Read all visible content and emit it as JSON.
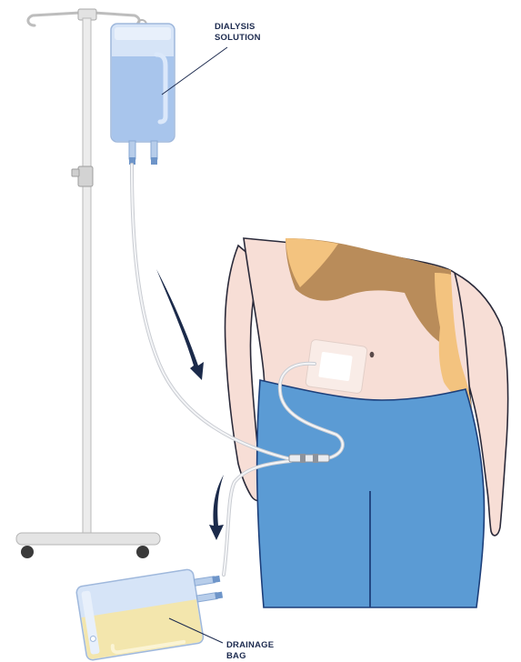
{
  "labels": {
    "dialysis_line1": "DIALYSIS",
    "dialysis_line2": "SOLUTION",
    "drainage_line1": "DRAINAGE",
    "drainage_line2": "BAG"
  },
  "colors": {
    "skin": "#f7ded6",
    "skin_outline": "#2a2a3a",
    "top_light": "#f3c37f",
    "top_dark": "#b98c5a",
    "jeans": "#5b9bd4",
    "jeans_outline": "#1d3f7a",
    "solution": "#a8c5ec",
    "bag_light": "#d6e4f7",
    "drain_fluid": "#f3e6ad",
    "arrow": "#1b2a4a",
    "pole": "#e6e6e6",
    "pole_outline": "#b5b5b5"
  }
}
